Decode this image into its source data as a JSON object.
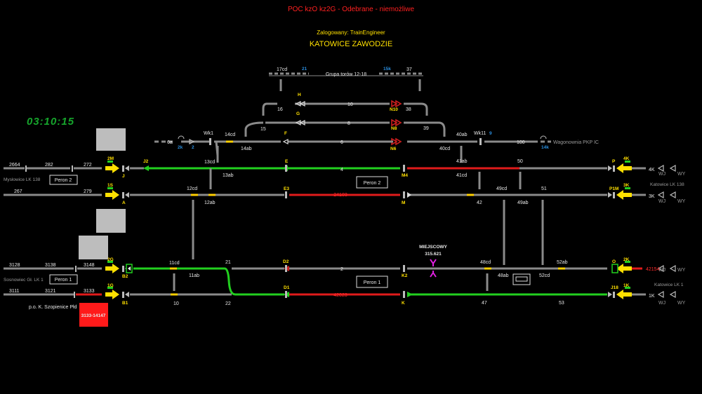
{
  "header": {
    "status": "POC kzO kz2G - Odebrane - niemożliwe",
    "logged_in": "Zalogowany: TrainEngineer",
    "station": "KATOWICE ZAWODZIE"
  },
  "clock": "03:10:15",
  "colors": {
    "track": "#8a8a8a",
    "occupied_red": "#e01b1b",
    "route_green": "#22d01f",
    "signal_label": "#ffe000",
    "section_label": "#ff2a2a",
    "indicator_blue": "#2a8fe0",
    "local_magenta": "#e020e0"
  },
  "group_label": "Grupa torów 12-18",
  "local_control": {
    "label": "MIEJSCOWY",
    "value": "315.621"
  },
  "platforms": {
    "peron1_left": "Peron 1",
    "peron2_left": "Peron 2",
    "peron2_center": "Peron 2",
    "peron1_center": "Peron 1"
  },
  "red_box": "3133-14147",
  "po_label": "p.o.  K. Szopienice Płd",
  "lines": {
    "myslowice": "Mysłowice LK 138",
    "sosnowiec": "Sosnowiec Gł. LK 1",
    "wagonownia": "Wagonownia PKP IC",
    "katowice138": "Katowice LK 138",
    "katowice1": "Katowice LK 1"
  },
  "track_numbers": [
    {
      "t": "17cd"
    },
    {
      "t": "37"
    },
    {
      "t": "10"
    },
    {
      "t": "8"
    },
    {
      "t": "6"
    },
    {
      "t": "4"
    },
    {
      "t": "2"
    },
    {
      "t": "38"
    },
    {
      "t": "39"
    },
    {
      "t": "16"
    },
    {
      "t": "15"
    },
    {
      "t": "14cd"
    },
    {
      "t": "14ab"
    },
    {
      "t": "13cd"
    },
    {
      "t": "13ab"
    },
    {
      "t": "12cd"
    },
    {
      "t": "12ab"
    },
    {
      "t": "11cd"
    },
    {
      "t": "11ab"
    },
    {
      "t": "21"
    },
    {
      "t": "22"
    },
    {
      "t": "10"
    },
    {
      "t": "6a"
    },
    {
      "t": "100"
    },
    {
      "t": "40ab"
    },
    {
      "t": "40cd"
    },
    {
      "t": "41ab"
    },
    {
      "t": "41cd"
    },
    {
      "t": "50"
    },
    {
      "t": "49cd"
    },
    {
      "t": "49ab"
    },
    {
      "t": "42"
    },
    {
      "t": "51"
    },
    {
      "t": "48cd"
    },
    {
      "t": "48ab"
    },
    {
      "t": "52ab"
    },
    {
      "t": "52cd"
    },
    {
      "t": "47"
    },
    {
      "t": "53"
    },
    {
      "t": "2664"
    },
    {
      "t": "282"
    },
    {
      "t": "272"
    },
    {
      "t": "267"
    },
    {
      "t": "279"
    },
    {
      "t": "3128"
    },
    {
      "t": "3138"
    },
    {
      "t": "3148"
    },
    {
      "t": "3111"
    },
    {
      "t": "3121"
    },
    {
      "t": "3133"
    },
    {
      "t": "4K"
    },
    {
      "t": "3K"
    },
    {
      "t": "1K"
    },
    {
      "t": "WJ"
    },
    {
      "t": "WY"
    },
    {
      "t": "WJ"
    },
    {
      "t": "WY"
    },
    {
      "t": "WJ"
    },
    {
      "t": "WY"
    },
    {
      "t": "WJ"
    },
    {
      "t": "WY"
    },
    {
      "t": "Wk1"
    },
    {
      "t": "Wk11"
    }
  ],
  "signals": [
    "H",
    "G",
    "F",
    "N10",
    "N8",
    "N6",
    "J2",
    "E",
    "M4",
    "E3",
    "M",
    "D2",
    "K2",
    "D1",
    "K",
    "J",
    "A",
    "B2",
    "B1",
    "2M",
    "1S",
    "2G",
    "1G",
    "4K",
    "3K",
    "2K",
    "1K",
    "P",
    "P1M",
    "O",
    "J18"
  ],
  "red_sections": [
    "24103",
    "42023",
    "42154"
  ],
  "blue_labels": [
    "2k",
    "2",
    "14k",
    "9",
    "21",
    "15k"
  ]
}
